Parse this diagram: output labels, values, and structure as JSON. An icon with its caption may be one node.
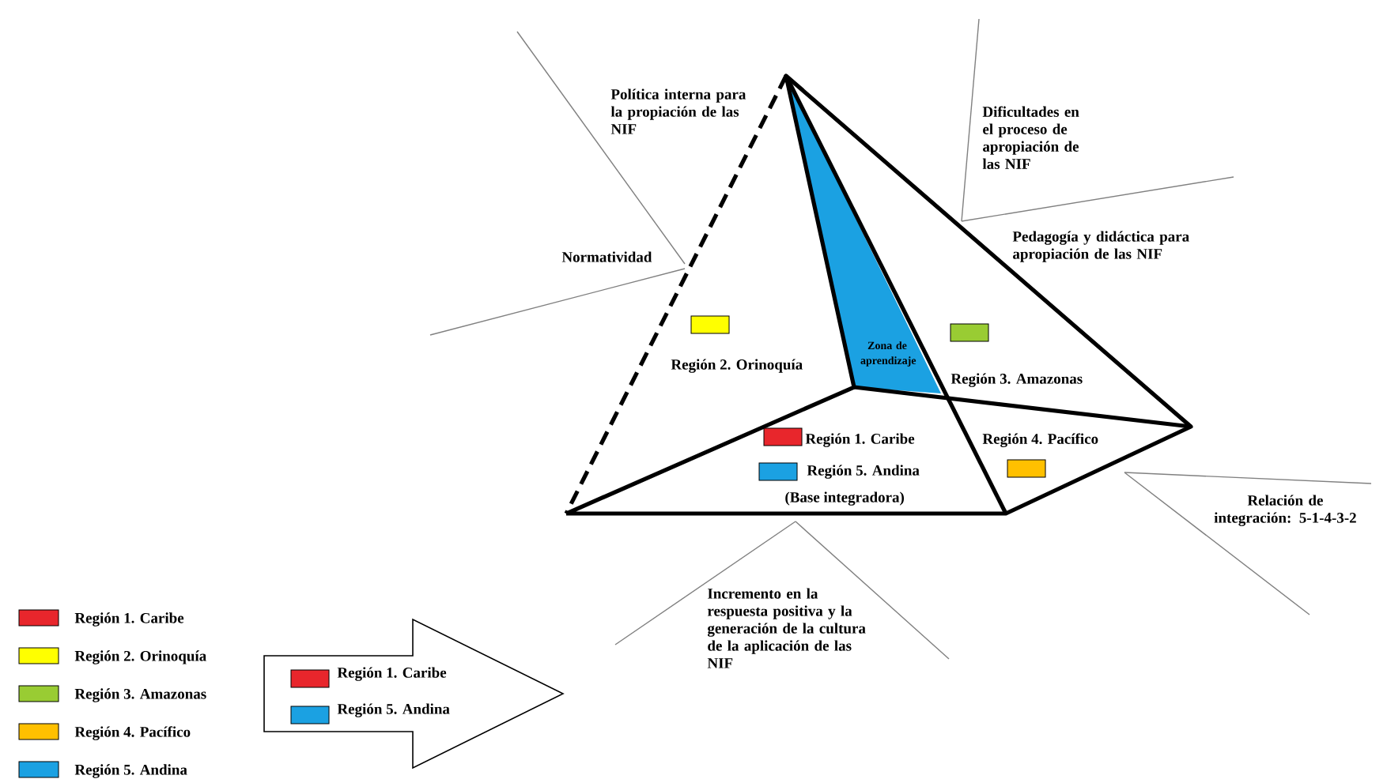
{
  "diagram": {
    "nodes": [
      {
        "text": [
          "Zona de aprendizaje"
        ]
      },
      {
        "text": [
          "Región 1. Caribe",
          "Región 5. Andina"
        ]
      }
    ],
    "labels": [
      "Política interna para la propiación de las NIF",
      "Dificultades en el proceso de apropiación de las NIF",
      "Pedagogía y didáctica para apropiación de las NIF",
      "Normatividad",
      "Región 2. Orinoquía",
      "Región 3. Amazonas",
      "Región 1. Caribe",
      "Región 4. Pacífico",
      "Región 5. Andina",
      "(Base integradora)",
      "Relación de integración: 5-1-4-3-2",
      "Incremento en la respuesta positiva y la generación de la cultura de la aplicación de las NIF"
    ],
    "legend": [
      {
        "text": "Región 1. Caribe",
        "color": "#e8262c"
      },
      {
        "text": "Región 2. Orinoquía",
        "color": "#ffff00"
      },
      {
        "text": "Región 3. Amazonas",
        "color": "#99cc33"
      },
      {
        "text": "Región 4. Pacífico",
        "color": "#ffc000"
      },
      {
        "text": "Región 5. Andina",
        "color": "#1ba1e2"
      }
    ]
  }
}
